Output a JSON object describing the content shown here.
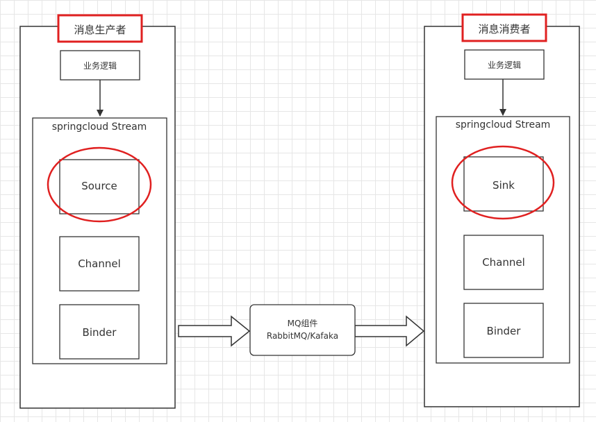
{
  "producer": {
    "title": "消息生产者",
    "business_logic": "业务逻辑",
    "framework": "springcloud Stream",
    "source": "Source",
    "channel": "Channel",
    "binder": "Binder"
  },
  "consumer": {
    "title": "消息消费者",
    "business_logic": "业务逻辑",
    "framework": "springcloud Stream",
    "sink": "Sink",
    "channel": "Channel",
    "binder": "Binder"
  },
  "mq": {
    "line1": "MQ组件",
    "line2": "RabbitMQ/Kafaka"
  },
  "colors": {
    "highlight": "#e02020",
    "stroke": "#333333",
    "grid": "#e6e6e6"
  }
}
